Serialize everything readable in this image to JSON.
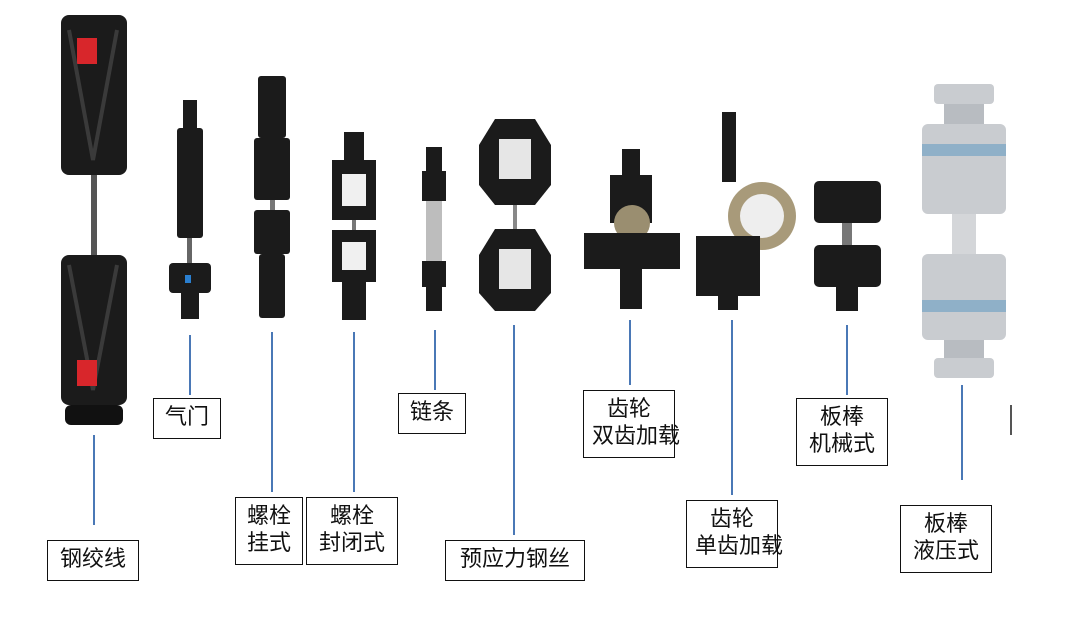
{
  "fixtures": [
    {
      "id": "gangjiaoxian",
      "lines": [
        "钢绞线"
      ]
    },
    {
      "id": "qimen",
      "lines": [
        "气门"
      ]
    },
    {
      "id": "luoshuan-gua",
      "lines": [
        "螺栓",
        "挂式"
      ]
    },
    {
      "id": "luoshuan-fengbi",
      "lines": [
        "螺栓",
        "封闭式"
      ]
    },
    {
      "id": "liantiao",
      "lines": [
        "链条"
      ]
    },
    {
      "id": "yuyingli-gangsi",
      "lines": [
        "预应力钢丝"
      ]
    },
    {
      "id": "chilun-shuang",
      "lines": [
        "齿轮",
        "双齿加载"
      ]
    },
    {
      "id": "chilun-dan",
      "lines": [
        "齿轮",
        "单齿加载"
      ]
    },
    {
      "id": "banbang-jixie",
      "lines": [
        "板棒",
        "机械式"
      ]
    },
    {
      "id": "banbang-yeya",
      "lines": [
        "板棒",
        "液压式"
      ]
    }
  ],
  "colors": {
    "leader": "#4a78b6",
    "body": "#1b1b1b",
    "accent_red": "#d8262b",
    "steel": "#c9ccd0",
    "band": "#8fb0c8"
  }
}
